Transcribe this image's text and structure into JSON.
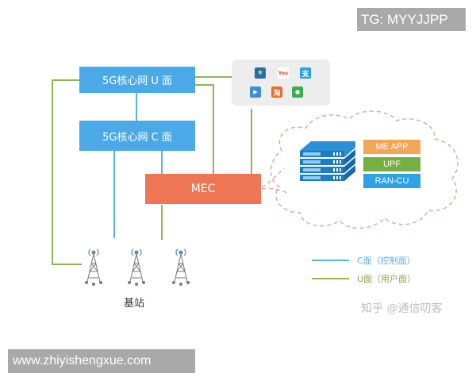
{
  "watermarks": {
    "top_right": "TG: MYYJJPP",
    "bottom_left": "www.zhiyishengxue.com",
    "zhihu": "知乎 @通信叨客"
  },
  "nodes": {
    "core_u": "5G核心网 U 面",
    "core_c": "5G核心网 C 面",
    "mec": "MEC",
    "base_station_label": "基站"
  },
  "apps": {
    "items": [
      {
        "name": "favorites",
        "icon": "star-icon",
        "glyph": "★",
        "color": "#1f6fb0"
      },
      {
        "name": "youtube",
        "icon": "youtube-icon",
        "glyph": "You",
        "color": "#e0413a"
      },
      {
        "name": "alipay",
        "icon": "alipay-icon",
        "glyph": "支",
        "color": "#2aa3e0"
      },
      {
        "name": "video",
        "icon": "clapperboard-icon",
        "glyph": "▶",
        "color": "#3a8fd6"
      },
      {
        "name": "taobao",
        "icon": "taobao-icon",
        "glyph": "淘",
        "color": "#f06a2a"
      },
      {
        "name": "wechat",
        "icon": "wechat-icon",
        "glyph": "●",
        "color": "#35b04a"
      }
    ]
  },
  "edge_stack": {
    "layers": [
      {
        "label": "ME APP",
        "color": "#f2a65a"
      },
      {
        "label": "UPF",
        "color": "#77b041"
      },
      {
        "label": "RAN-CU",
        "color": "#2ea2e6"
      }
    ]
  },
  "legend": {
    "items": [
      {
        "label": "C面（控制面）",
        "color": "#5bb1e0"
      },
      {
        "label": "U面（用户面）",
        "color": "#86a94a"
      }
    ]
  },
  "colors": {
    "core_box": "#4aa9e6",
    "mec_box": "#ef7654",
    "c_plane_line": "#5bb1e0",
    "u_plane_line": "#86b04d",
    "cloud_dash": "#e0a9a0"
  }
}
